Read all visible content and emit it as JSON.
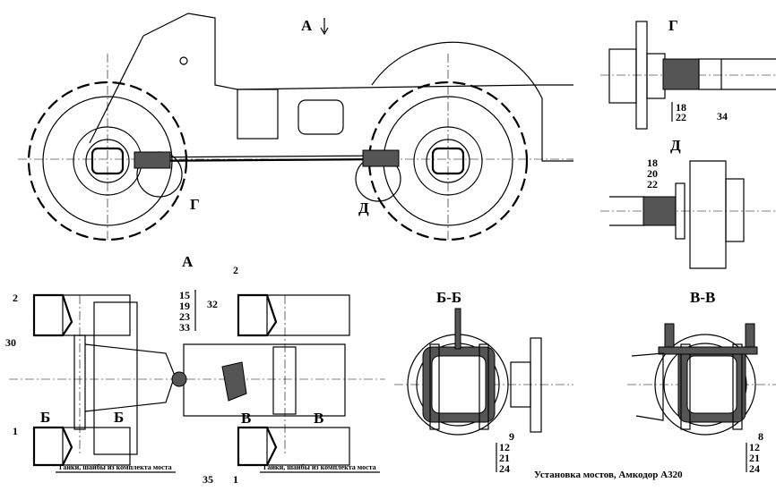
{
  "views": {
    "side": {
      "arrow_label": "А",
      "callout_g": "Г",
      "callout_d": "Д"
    },
    "detail_g": {
      "title": "Г",
      "nums": [
        "18",
        "22"
      ],
      "num_34": "34"
    },
    "detail_d": {
      "title": "Д",
      "nums": [
        "18",
        "20",
        "22"
      ]
    },
    "top": {
      "title": "А",
      "n2a": "2",
      "n30": "30",
      "n1a": "1",
      "b_left": "Б",
      "b_right": "Б",
      "stack": [
        "15",
        "19",
        "23",
        "33"
      ],
      "n32": "32",
      "n2b": "2",
      "v_left": "В",
      "v_right": "В",
      "n35": "35",
      "n1b": "1",
      "note": "Гайки, шайбы из комплекта моста"
    },
    "section_bb": {
      "title": "Б-Б",
      "n9": "9",
      "nums": [
        "12",
        "21",
        "24"
      ]
    },
    "section_vv": {
      "title": "В-В",
      "n8": "8",
      "nums": [
        "12",
        "21",
        "24"
      ]
    }
  },
  "caption": "Установка мостов, Амкодор А320"
}
